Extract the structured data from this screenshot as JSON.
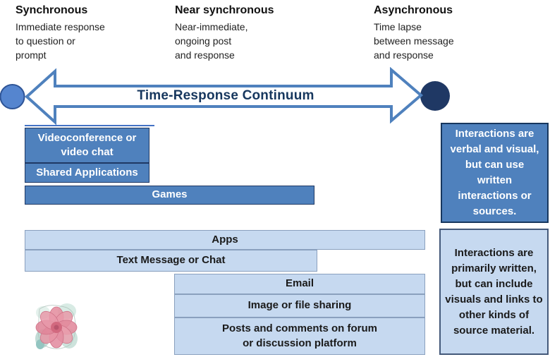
{
  "headers": {
    "synchronous": {
      "title": "Synchronous",
      "lines": [
        "Immediate response",
        "to question or",
        "prompt"
      ]
    },
    "near_synchronous": {
      "title": "Near synchronous",
      "lines": [
        "Near-immediate,",
        "ongoing post",
        "and response"
      ]
    },
    "asynchronous": {
      "title": "Asynchronous",
      "lines": [
        "Time lapse",
        "between message",
        "and response"
      ]
    }
  },
  "arrow": {
    "label": "Time-Response Continuum"
  },
  "bars": {
    "videoconference": "Videoconference or video chat",
    "shared_applications": "Shared Applications",
    "games": "Games",
    "apps": "Apps",
    "text_message": "Text Message or Chat",
    "email": "Email",
    "image_sharing": "Image or file sharing",
    "posts": "Posts and comments on forum or discussion platform"
  },
  "notes": {
    "synchronous": "Interactions are verbal and visual, but can use written interactions or sources.",
    "asynchronous": "Interactions are primarily written, but can include visuals and links to other kinds of source material."
  },
  "icons": {
    "flower": "watercolor-flower-logo",
    "left_dot": "synchronous-endpoint-dot",
    "right_dot": "asynchronous-endpoint-dot"
  },
  "colors": {
    "medium_blue": "#4f81bd",
    "light_blue": "#c6d9f0",
    "dark_navy": "#1f3864",
    "arrow_blue": "#4f81bd",
    "arrow_text": "#17375e",
    "left_dot_fill": "#5585cf"
  }
}
